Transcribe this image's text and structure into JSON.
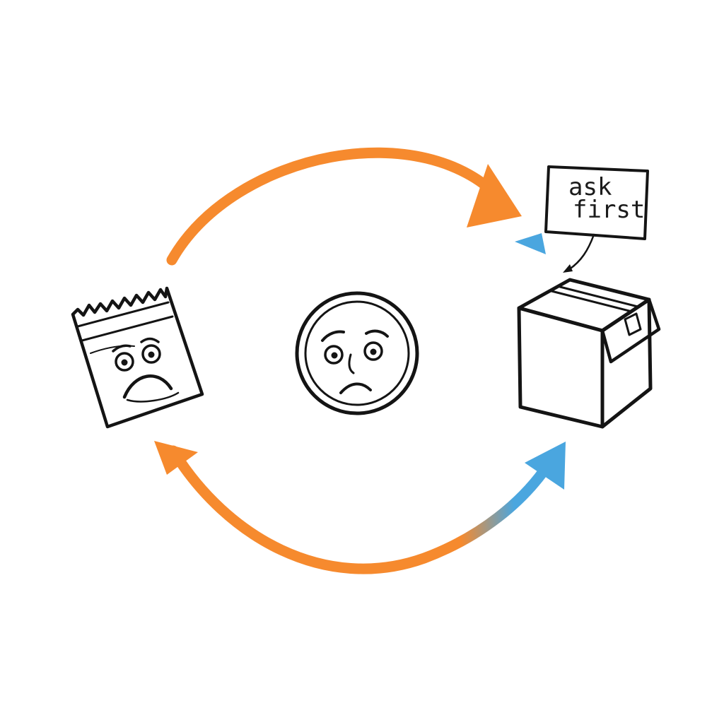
{
  "diagram": {
    "colors": {
      "background": "#ffffff",
      "ink": "#141414",
      "orange_arrow": "#F68A2E",
      "blue_arrow": "#4AA6DF"
    },
    "nodes": [
      {
        "id": "snack-bag",
        "icon": "worried-snack-bag-icon"
      },
      {
        "id": "coin",
        "icon": "worried-coin-face-icon"
      },
      {
        "id": "box",
        "icon": "cardboard-box-icon"
      }
    ],
    "note": {
      "line1": "ask",
      "line2": "first"
    },
    "arrows": [
      {
        "id": "top",
        "from": "snack-bag",
        "to": "box",
        "color": "#F68A2E"
      },
      {
        "id": "bottom",
        "from": "box",
        "to": "snack-bag",
        "color": "#F68A2E",
        "end_color": "#4AA6DF"
      },
      {
        "id": "note-pointer",
        "from": "note",
        "to": "box",
        "color": "#141414"
      }
    ]
  }
}
